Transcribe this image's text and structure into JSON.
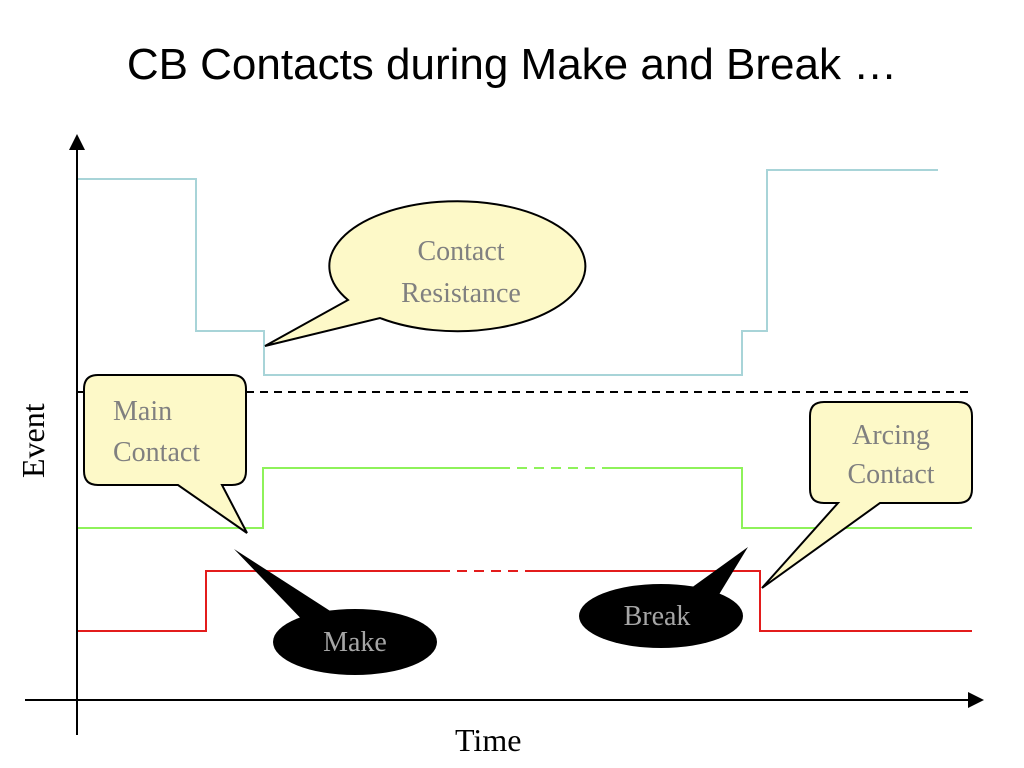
{
  "title": "CB Contacts during Make and Break …",
  "axes": {
    "x_label": "Time",
    "y_label": "Event"
  },
  "callouts": {
    "contact_resistance": {
      "line1": "Contact",
      "line2": "Resistance"
    },
    "main_contact": {
      "line1": "Main",
      "line2": "Contact"
    },
    "arcing_contact": {
      "line1": "Arcing",
      "line2": "Contact"
    },
    "make": "Make",
    "break": "Break"
  },
  "colors": {
    "resistance_trace": "#a8d4d8",
    "main_contact_trace": "#8ef25a",
    "arcing_contact_trace": "#e31c1c",
    "callout_fill": "#fdf9c8",
    "callout_text": "#808080",
    "event_bubble_fill": "#000000",
    "event_bubble_text": "#a6a6a6"
  }
}
